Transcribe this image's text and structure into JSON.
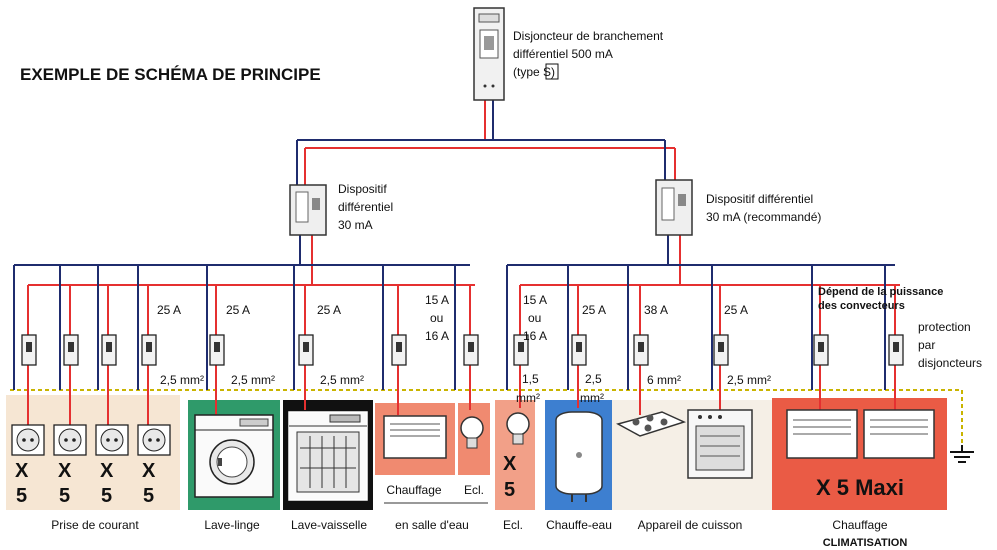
{
  "title": "EXEMPLE DE SCHÉMA DE PRINCIPE",
  "main_breaker": {
    "line1": "Disjoncteur de branchement",
    "line2": "différentiel 500 mA",
    "line3_prefix": "(type ",
    "line3_type": "S",
    "line3_suffix": ")"
  },
  "rcd_left": {
    "line1": "Dispositif",
    "line2": "différentiel",
    "line3": "30 mA"
  },
  "rcd_right": {
    "line1": "Dispositif différentiel",
    "line2": "30 mA (recommandé)"
  },
  "ratings": {
    "r25a_1": "25 A",
    "r25a_2": "25 A",
    "r25a_3": "25 A",
    "r15_top": "15 A",
    "r15_ou": "ou",
    "r15_bot": "16 A",
    "r15b_top": "15 A",
    "r15b_ou": "ou",
    "r15b_bot": "16 A",
    "r25a_4": "25 A",
    "r38a": "38 A",
    "r25a_5": "25 A"
  },
  "sections": {
    "s1": "2,5 mm²",
    "s2": "2,5 mm²",
    "s3": "2,5 mm²",
    "s4_top": "1,5",
    "s4_bot": "mm²",
    "s5_top": "2,5",
    "s5_bot": "mm²",
    "s6": "6 mm²",
    "s7": "2,5  mm²"
  },
  "notes": {
    "puissance1": "Dépend de la puissance",
    "puissance2": "des convecteurs",
    "protection1": "protection",
    "protection2": "par",
    "protection3": "disjoncteurs"
  },
  "multipliers": {
    "x": "X",
    "five": "5",
    "maxi": "X 5 Maxi"
  },
  "captions": {
    "prise": "Prise de courant",
    "lave_linge": "Lave-linge",
    "lave_vaisselle": "Lave-vaisselle",
    "chauffage_sdb_1": "Chauffage",
    "ecl_sdb": "Ecl.",
    "en_salle": "en salle d'eau",
    "ecl": "Ecl.",
    "chauffe_eau": "Chauffe-eau",
    "cuisson": "Appareil de cuisson",
    "chauffage": "Chauffage",
    "climatisation": "CLIMATISATION"
  },
  "colors": {
    "neutral_wire": "#1f2c6e",
    "phase_wire": "#e53030",
    "earth_wire": "#c9b400",
    "panel_green": "#2f9a6a",
    "panel_black": "#111111",
    "panel_salmon": "#f08a70",
    "panel_blue": "#3d7fd0",
    "panel_red": "#ea5b45",
    "panel_beige": "#f6e6d3"
  }
}
